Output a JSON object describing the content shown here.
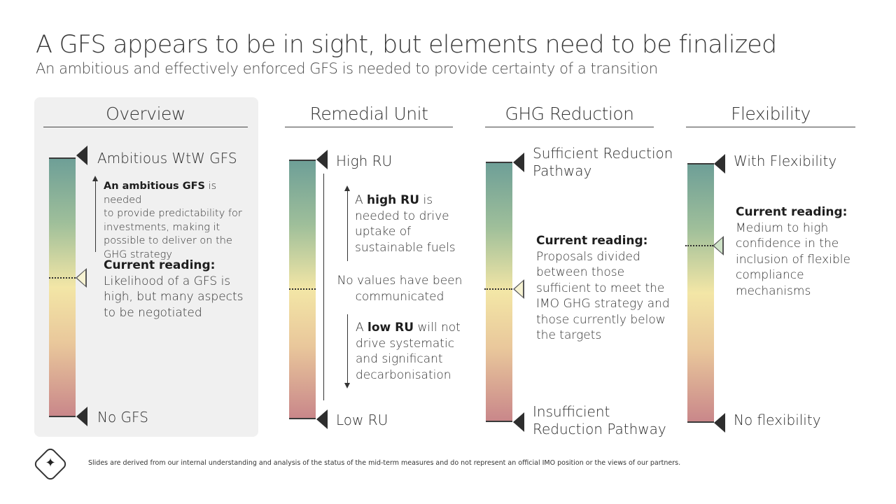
{
  "title": "A GFS appears to be in sight, but elements need to be finalized",
  "subtitle": "An ambitious and effectively enforced GFS is needed to provide certainty of a transition",
  "footer": "Slides are derived from our internal understanding and analysis of the status of the mid-term measures and do not represent an official IMO position or the views of our partners.",
  "colors": {
    "panel": "#f0f0f0",
    "gradient_top": "#6e9f97",
    "gradient_mid": "#f3e6a6",
    "gradient_bottom": "#c9878a"
  },
  "overview": {
    "heading": "Overview",
    "top_label": "Ambitious WtW GFS",
    "bottom_label": "No GFS",
    "note_bold": "An ambitious GFS",
    "note_rest_1": " is needed",
    "note_rest_2": "to provide predictability for",
    "note_rest_3": "investments, making it",
    "note_rest_4": "possible to deliver on the",
    "note_rest_5": "GHG strategy",
    "current_title": "Current reading:",
    "current_1": "Likelihood of a GFS is",
    "current_2": "high, but many aspects",
    "current_3": "to be negotiated"
  },
  "remedial": {
    "heading": "Remedial Unit",
    "top_label": "High RU",
    "bottom_label": "Low RU",
    "high_a": "A ",
    "high_b": "high RU",
    "high_c": " is",
    "high_2": "needed to drive",
    "high_3": "uptake of",
    "high_4": "sustainable fuels",
    "mid_1": "No values have been",
    "mid_2": "communicated",
    "low_a": "A ",
    "low_b": "low RU",
    "low_c": " will not",
    "low_2": "drive systematic",
    "low_3": "and significant",
    "low_4": "decarbonisation"
  },
  "ghg": {
    "heading": "GHG Reduction",
    "top_1": "Sufficient Reduction",
    "top_2": "Pathway",
    "bottom_1": "Insufficient",
    "bottom_2": "Reduction Pathway",
    "current_title": "Current reading:",
    "current_1": "Proposals divided",
    "current_2": "between those",
    "current_3": "sufficient to meet the",
    "current_4": "IMO GHG strategy and",
    "current_5": "those currently below",
    "current_6": "the targets"
  },
  "flex": {
    "heading": "Flexibility",
    "top_label": "With Flexibility",
    "bottom_label": "No flexibility",
    "current_title": "Current reading:",
    "current_1": "Medium to high",
    "current_2": "confidence in the",
    "current_3": "inclusion of flexible",
    "current_4": "compliance",
    "current_5": "mechanisms"
  }
}
